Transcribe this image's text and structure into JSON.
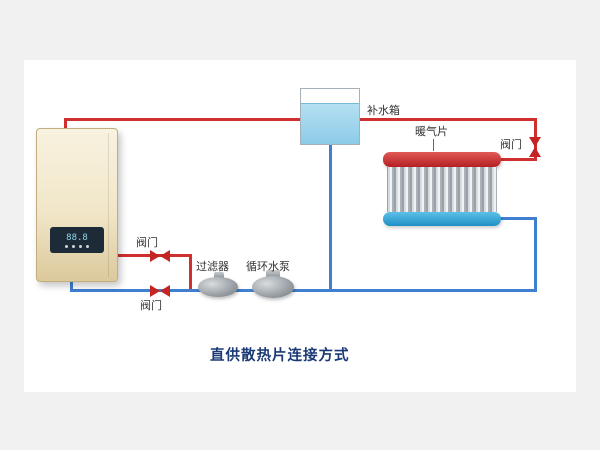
{
  "diagram": {
    "title": "直供散热片连接方式",
    "boiler": {
      "display_readout": "88.8"
    },
    "tank": {
      "label": "补水箱"
    },
    "radiator": {
      "label": "暖气片"
    },
    "filter": {
      "label": "过滤器"
    },
    "pump": {
      "label": "循环水泵"
    },
    "valves": {
      "top": "阀门",
      "middle": "阀门",
      "bottom": "阀门"
    }
  },
  "colors": {
    "supply_pipe": "#cf2f2f",
    "return_pipe": "#3f7fd0",
    "valve": "#c42424",
    "radiator_top": "#bf2328",
    "radiator_bottom": "#2fa3d6",
    "water": "#9fd4ec",
    "title_text": "#1b3a75"
  }
}
